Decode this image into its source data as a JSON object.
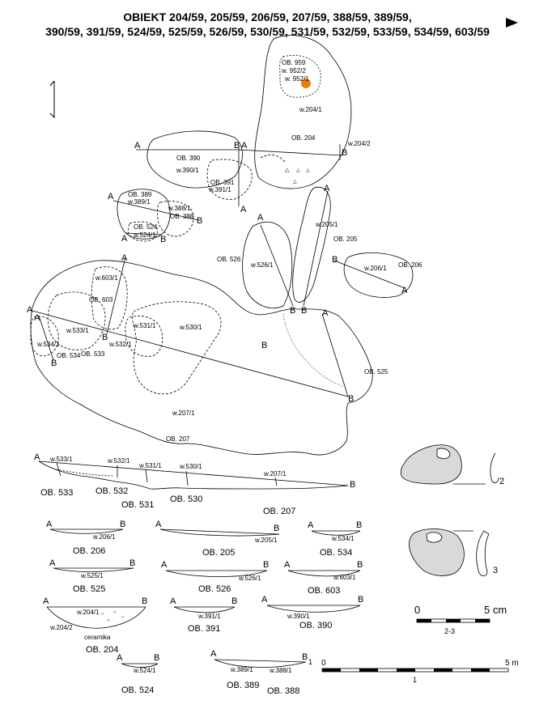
{
  "title": {
    "line1": "OBIEKT 204/59, 205/59, 206/59, 207/59, 388/59, 389/59,",
    "line2": "390/59, 391/59, 524/59, 525/59, 526/59, 530/59, 531/59, 532/59, 533/59, 534/59, 603/59"
  },
  "plan": {
    "objects": [
      "OB. 959",
      "OB. 204",
      "OB. 390",
      "OB. 391",
      "OB. 389",
      "OB. 388",
      "OB. 524",
      "OB. 526",
      "OB. 205",
      "OB. 206",
      "OB. 603",
      "OB. 533",
      "OB. 534",
      "OB. 525",
      "OB. 207"
    ],
    "layers": [
      "w. 952/2",
      "w. 952/1",
      "w.204/1",
      "w.204/2",
      "w.390/1",
      "w.391/1",
      "w.389/1",
      "w.388/1",
      "w.524/1",
      "w.526/1",
      "w.205/1",
      "w.206/1",
      "w.603/1",
      "w.533/1",
      "w.534/1",
      "w.532/1",
      "w.531/1",
      "w.530/1",
      "w.207/1"
    ],
    "section_letters": [
      "A",
      "B"
    ]
  },
  "sections": {
    "long": {
      "objects": [
        "OB. 533",
        "OB. 532",
        "OB. 531",
        "OB. 530",
        "OB. 207"
      ],
      "layers": [
        "w.533/1",
        "w.532/1",
        "w.531/1",
        "w.530/1",
        "w.207/1"
      ]
    },
    "small": [
      {
        "object": "OB. 206",
        "layer": "w.206/1"
      },
      {
        "object": "OB. 205",
        "layer": "w.205/1"
      },
      {
        "object": "OB. 534",
        "layer": "w.534/1"
      },
      {
        "object": "OB. 525",
        "layer": "w.525/1"
      },
      {
        "object": "OB. 526",
        "layer": "w.526/1"
      },
      {
        "object": "OB. 603",
        "layer": "w.603/1"
      },
      {
        "object": "OB. 204",
        "layer": "w.204/1",
        "layer2": "w.204/2",
        "note": "ceramika"
      },
      {
        "object": "OB. 391",
        "layer": "w.391/1"
      },
      {
        "object": "OB. 390",
        "layer": "w.390/1"
      },
      {
        "object": "OB. 524",
        "layer": "w.524/1"
      },
      {
        "object": "OB. 389",
        "layer": "w.389/1"
      },
      {
        "object": "OB. 388",
        "layer": "w.388/1"
      }
    ]
  },
  "finds": [
    {
      "number": "2"
    },
    {
      "number": "3"
    }
  ],
  "scales": {
    "small": {
      "start": "0",
      "end": "5 cm",
      "caption": "2-3"
    },
    "large": {
      "start": "0",
      "end": "5 m",
      "caption": "1"
    }
  },
  "colors": {
    "ink": "#000000",
    "find_orange": "#e8800f"
  }
}
